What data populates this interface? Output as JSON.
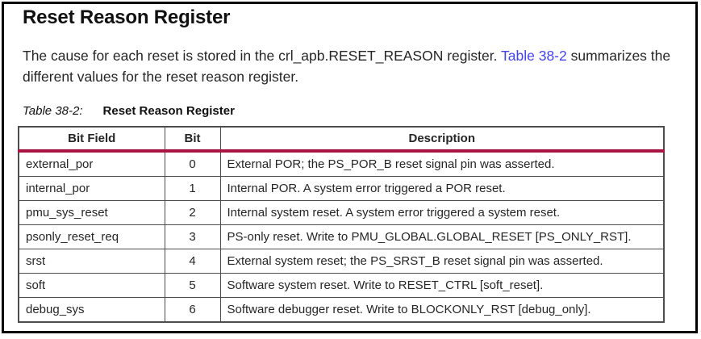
{
  "title": "Reset Reason Register",
  "paragraph": {
    "before_link": "The cause for each reset is stored in the crl_apb.RESET_REASON register. ",
    "link_text": "Table 38-2",
    "after_link": " summarizes the different values for the reset reason register."
  },
  "caption": {
    "label": "Table 38-2:",
    "title": "Reset Reason Register"
  },
  "table": {
    "headers": [
      "Bit Field",
      "Bit",
      "Description"
    ],
    "rows": [
      {
        "bit_field": "external_por",
        "bit": "0",
        "description": "External POR; the PS_POR_B reset signal pin was asserted."
      },
      {
        "bit_field": "internal_por",
        "bit": "1",
        "description": "Internal POR. A system error triggered a POR reset."
      },
      {
        "bit_field": "pmu_sys_reset",
        "bit": "2",
        "description": "Internal system reset. A system error triggered a system reset."
      },
      {
        "bit_field": "psonly_reset_req",
        "bit": "3",
        "description": "PS-only reset. Write to PMU_GLOBAL.GLOBAL_RESET [PS_ONLY_RST]."
      },
      {
        "bit_field": "srst",
        "bit": "4",
        "description": "External system reset; the PS_SRST_B reset signal pin was asserted."
      },
      {
        "bit_field": "soft",
        "bit": "5",
        "description": "Software system reset. Write to RESET_CTRL [soft_reset]."
      },
      {
        "bit_field": "debug_sys",
        "bit": "6",
        "description": "Software debugger reset. Write to BLOCKONLY_RST [debug_only]."
      }
    ]
  },
  "colors": {
    "accent_rule": "#A81543",
    "link": "#4444EE",
    "table_border": "#4d4d4d",
    "frame_border": "#000000",
    "body_text": "#262626",
    "heading_text": "#111111"
  }
}
